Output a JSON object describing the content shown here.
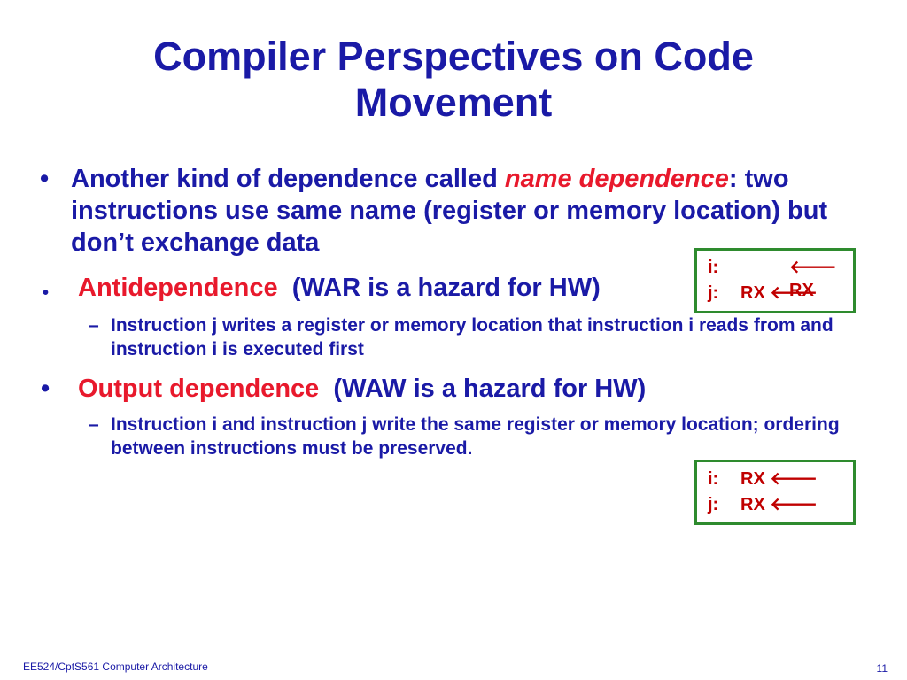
{
  "slide": {
    "title_line1": "Compiler Perspectives on Code",
    "title_line2": "Movement",
    "bullet1": {
      "marker": "•",
      "pre": "Another kind of dependence called ",
      "term": "name dependence",
      "post": ": two instructions use same name (register or memory location) but don’t exchange data"
    },
    "bullet2": {
      "marker": "•",
      "term": "Antidependence",
      "post": "  (WAR is a hazard for HW)",
      "sub_marker": "–",
      "sub": "Instruction j writes a register or memory location that instruction i reads from and instruction i is executed first"
    },
    "bullet3": {
      "marker": "•",
      "term": "Output dependence",
      "post": "  (WAW is a hazard for HW)",
      "sub_marker": "–",
      "sub": "Instruction i and instruction j write the same register or memory location; ordering between instructions must be preserved."
    },
    "war_box": {
      "row1_label": "i:",
      "row1_op": "🡐 RX",
      "row2_label": "j:",
      "row2_op": "RX 🡐"
    },
    "waw_box": {
      "row1_label": "i:",
      "row1_op": "RX 🡐",
      "row2_label": "j:",
      "row2_op": "RX 🡐"
    }
  },
  "footer": {
    "course": "EE524/CptS561 Computer Architecture",
    "page_number": "11"
  },
  "colors": {
    "text_blue": "#1a1aa6",
    "highlight_red": "#e8192c",
    "box_red": "#c00000",
    "box_border_green": "#2e8b2e"
  }
}
